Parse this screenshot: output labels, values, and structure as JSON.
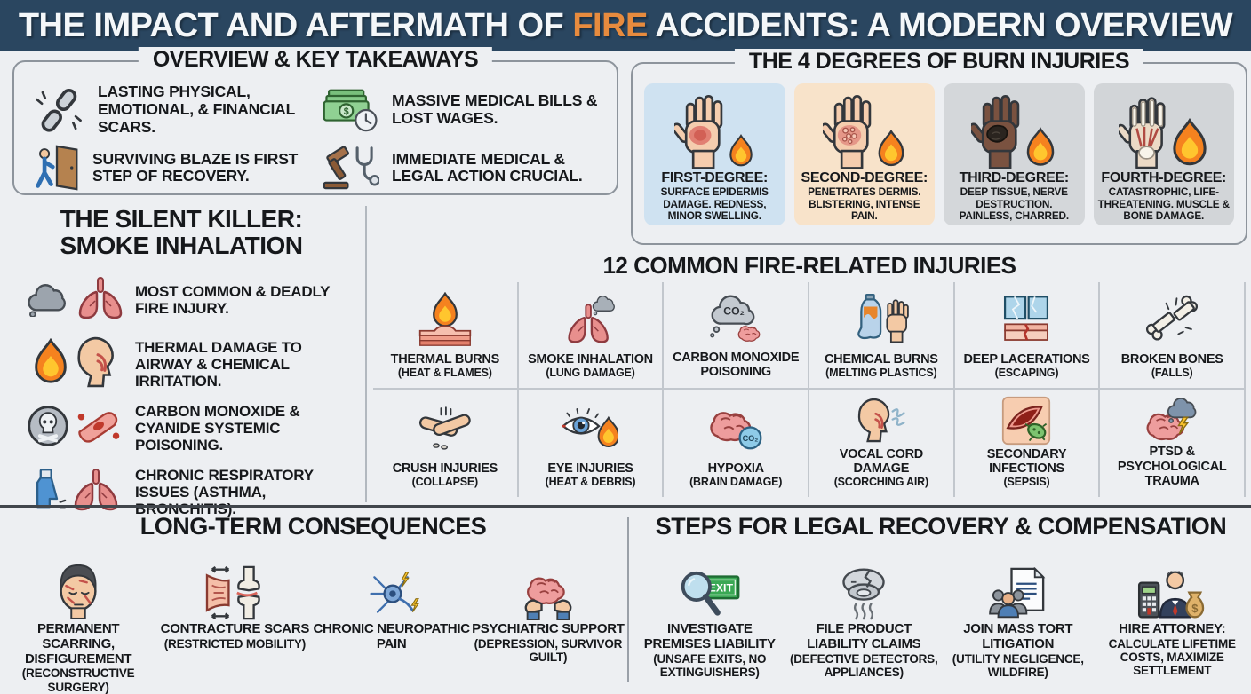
{
  "colors": {
    "header_bg": "#2a4660",
    "accent_orange": "#e78b3e",
    "page_bg": "#edeff2",
    "text": "#16181b",
    "card_blue": "#cfe2f1",
    "card_peach": "#f8e3ca",
    "card_gray": "#d4d7da"
  },
  "header": {
    "title_prefix": "THE IMPACT AND AFTERMATH OF ",
    "title_highlight": "FIRE",
    "title_suffix": " ACCIDENTS: A MODERN OVERVIEW"
  },
  "overview": {
    "title": "OVERVIEW & KEY TAKEAWAYS",
    "items": [
      {
        "icon": "broken-chain-icon",
        "text": "LASTING PHYSICAL, EMOTIONAL, & FINANCIAL SCARS."
      },
      {
        "icon": "medical-bills-clock-icon",
        "text": "MASSIVE MEDICAL BILLS & LOST WAGES."
      },
      {
        "icon": "escape-door-icon",
        "text": "SURVIVING BLAZE IS FIRST STEP OF RECOVERY."
      },
      {
        "icon": "gavel-stethoscope-icon",
        "text": "IMMEDIATE MEDICAL & LEGAL ACTION CRUCIAL."
      }
    ]
  },
  "burn_degrees": {
    "title": "THE 4 DEGREES OF BURN INJURIES",
    "cards": [
      {
        "icon": "first-degree-hand-icon",
        "label": "FIRST-DEGREE:",
        "desc": "SURFACE EPIDERMIS DAMAGE. REDNESS, MINOR SWELLING."
      },
      {
        "icon": "second-degree-hand-icon",
        "label": "SECOND-DEGREE:",
        "desc": "PENETRATES DERMIS. BLISTERING, INTENSE PAIN."
      },
      {
        "icon": "third-degree-hand-icon",
        "label": "THIRD-DEGREE:",
        "desc": "DEEP TISSUE, NERVE DESTRUCTION. PAINLESS, CHARRED."
      },
      {
        "icon": "fourth-degree-hand-icon",
        "label": "FOURTH-DEGREE:",
        "desc": "CATASTROPHIC, LIFE-THREATENING. MUSCLE & BONE DAMAGE."
      }
    ]
  },
  "silent_killer": {
    "title_line1": "THE SILENT KILLER:",
    "title_line2": "SMOKE INHALATION",
    "items": [
      {
        "icons": "smoke-cloud-icon lungs-icon",
        "text": "MOST COMMON & DEADLY FIRE INJURY."
      },
      {
        "icons": "flame-icon airway-icon",
        "text": "THERMAL DAMAGE TO AIRWAY & CHEMICAL IRRITATION."
      },
      {
        "icons": "poison-skull-icon blood-vessel-icon",
        "text": "CARBON MONOXIDE & CYANIDE SYSTEMIC POISONING."
      },
      {
        "icons": "inhaler-icon lungs-icon",
        "text": "CHRONIC RESPIRATORY ISSUES (ASTHMA, BRONCHITIS)."
      }
    ]
  },
  "injuries": {
    "title": "12 COMMON FIRE-RELATED INJURIES",
    "items": [
      {
        "icon": "thermal-burns-icon",
        "name": "THERMAL BURNS",
        "sub": "(HEAT & FLAMES)"
      },
      {
        "icon": "smoke-inhalation-icon",
        "name": "SMOKE INHALATION",
        "sub": "(LUNG DAMAGE)"
      },
      {
        "icon": "carbon-monoxide-icon",
        "name": "CARBON MONOXIDE POISONING",
        "sub": ""
      },
      {
        "icon": "chemical-burns-icon",
        "name": "CHEMICAL BURNS",
        "sub": "(MELTING PLASTICS)"
      },
      {
        "icon": "deep-lacerations-icon",
        "name": "DEEP LACERATIONS",
        "sub": "(ESCAPING)"
      },
      {
        "icon": "broken-bones-icon",
        "name": "BROKEN BONES",
        "sub": "(FALLS)"
      },
      {
        "icon": "crush-injuries-icon",
        "name": "CRUSH INJURIES",
        "sub": "(COLLAPSE)"
      },
      {
        "icon": "eye-injuries-icon",
        "name": "EYE INJURIES",
        "sub": "(HEAT & DEBRIS)"
      },
      {
        "icon": "hypoxia-icon",
        "name": "HYPOXIA",
        "sub": "(BRAIN DAMAGE)"
      },
      {
        "icon": "vocal-cord-icon",
        "name": "VOCAL CORD DAMAGE",
        "sub": "(SCORCHING AIR)"
      },
      {
        "icon": "secondary-infections-icon",
        "name": "SECONDARY INFECTIONS",
        "sub": "(SEPSIS)"
      },
      {
        "icon": "ptsd-icon",
        "name": "PTSD & PSYCHOLOGICAL TRAUMA",
        "sub": ""
      }
    ]
  },
  "long_term": {
    "title": "LONG-TERM CONSEQUENCES",
    "items": [
      {
        "icon": "scarred-face-icon",
        "name": "PERMANENT SCARRING, DISFIGUREMENT",
        "sub": "(RECONSTRUCTIVE SURGERY)"
      },
      {
        "icon": "contracture-joint-icon",
        "name": "CONTRACTURE SCARS",
        "sub": "(RESTRICTED MOBILITY)"
      },
      {
        "icon": "neuron-icon",
        "name": "CHRONIC NEUROPATHIC PAIN",
        "sub": ""
      },
      {
        "icon": "brain-hands-icon",
        "name": "PSYCHIATRIC SUPPORT",
        "sub": "(DEPRESSION, SURVIVOR GUILT)"
      }
    ]
  },
  "legal": {
    "title": "STEPS FOR LEGAL RECOVERY & COMPENSATION",
    "items": [
      {
        "icon": "magnifier-exit-icon",
        "name": "INVESTIGATE PREMISES LIABILITY",
        "sub": "(UNSAFE EXITS, NO EXTINGUISHERS)"
      },
      {
        "icon": "smoke-detector-icon",
        "name": "FILE PRODUCT LIABILITY CLAIMS",
        "sub": "(DEFECTIVE DETECTORS, APPLIANCES)"
      },
      {
        "icon": "mass-tort-icon",
        "name": "JOIN MASS TORT LITIGATION",
        "sub": "(UTILITY NEGLIGENCE, WILDFIRE)"
      },
      {
        "icon": "attorney-icon",
        "name": "HIRE ATTORNEY:",
        "sub": "CALCULATE LIFETIME COSTS, MAXIMIZE SETTLEMENT"
      }
    ]
  },
  "icon_labels": {
    "co2": "CO₂",
    "exit": "EXIT",
    "dollar": "$"
  }
}
